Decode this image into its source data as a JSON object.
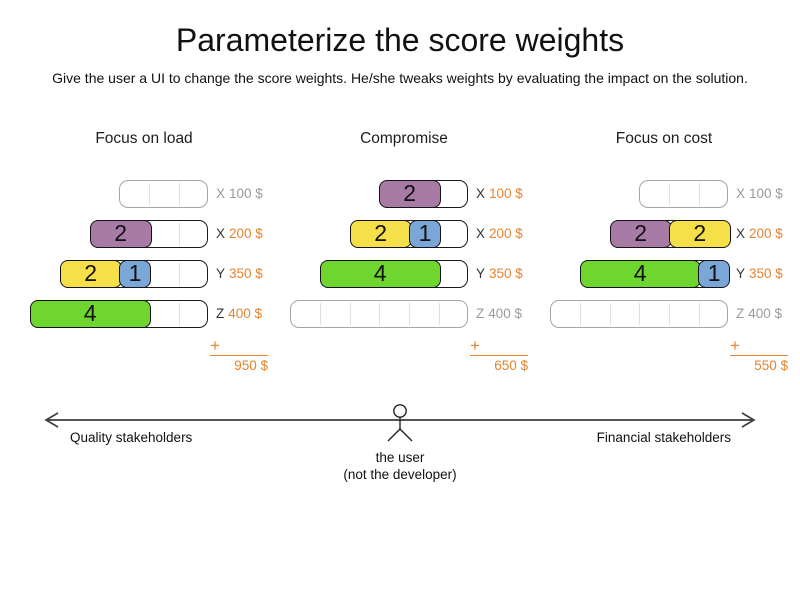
{
  "title": "Parameterize the score weights",
  "subtitle": "Give the user a UI to change the score weights. He/she tweaks weights by evaluating the impact on the solution.",
  "plus_sign": "+",
  "colors": {
    "purple": "#a87ba7",
    "yellow": "#f6e04a",
    "blue": "#7aa6d8",
    "green": "#6ed62f",
    "orange": "#e5832f",
    "gray_label": "#9a9a9a"
  },
  "columns": [
    {
      "header": "Focus on load",
      "total": "950 $",
      "rows": [
        {
          "capacity": 3,
          "label_letter": "X",
          "label_price": "100 $",
          "blocks": []
        },
        {
          "capacity": 4,
          "label_letter": "X",
          "label_price": "200 $",
          "blocks": [
            {
              "value": "2",
              "units": 2,
              "color": "purple"
            }
          ]
        },
        {
          "capacity": 5,
          "label_letter": "Y",
          "label_price": "350 $",
          "blocks": [
            {
              "value": "2",
              "units": 2,
              "color": "yellow"
            },
            {
              "value": "1",
              "units": 1,
              "color": "blue"
            }
          ]
        },
        {
          "capacity": 6,
          "label_letter": "Z",
          "label_price": "400 $",
          "blocks": [
            {
              "value": "4",
              "units": 4,
              "color": "green"
            }
          ]
        }
      ]
    },
    {
      "header": "Compromise",
      "total": "650 $",
      "rows": [
        {
          "capacity": 3,
          "label_letter": "X",
          "label_price": "100 $",
          "blocks": [
            {
              "value": "2",
              "units": 2,
              "color": "purple"
            }
          ]
        },
        {
          "capacity": 4,
          "label_letter": "X",
          "label_price": "200 $",
          "blocks": [
            {
              "value": "2",
              "units": 2,
              "color": "yellow"
            },
            {
              "value": "1",
              "units": 1,
              "color": "blue"
            }
          ]
        },
        {
          "capacity": 5,
          "label_letter": "Y",
          "label_price": "350 $",
          "blocks": [
            {
              "value": "4",
              "units": 4,
              "color": "green"
            }
          ]
        },
        {
          "capacity": 6,
          "label_letter": "Z",
          "label_price": "400 $",
          "blocks": []
        }
      ]
    },
    {
      "header": "Focus on cost",
      "total": "550 $",
      "rows": [
        {
          "capacity": 3,
          "label_letter": "X",
          "label_price": "100 $",
          "blocks": []
        },
        {
          "capacity": 4,
          "label_letter": "X",
          "label_price": "200 $",
          "blocks": [
            {
              "value": "2",
              "units": 2,
              "color": "purple"
            },
            {
              "value": "2",
              "units": 2,
              "color": "yellow"
            }
          ]
        },
        {
          "capacity": 5,
          "label_letter": "Y",
          "label_price": "350 $",
          "blocks": [
            {
              "value": "4",
              "units": 4,
              "color": "green"
            },
            {
              "value": "1",
              "units": 1,
              "color": "blue"
            }
          ]
        },
        {
          "capacity": 6,
          "label_letter": "Z",
          "label_price": "400 $",
          "blocks": []
        }
      ]
    }
  ],
  "axis": {
    "left_label": "Quality stakeholders",
    "right_label": "Financial stakeholders",
    "user_label_line1": "the user",
    "user_label_line2": "(not the developer)"
  }
}
